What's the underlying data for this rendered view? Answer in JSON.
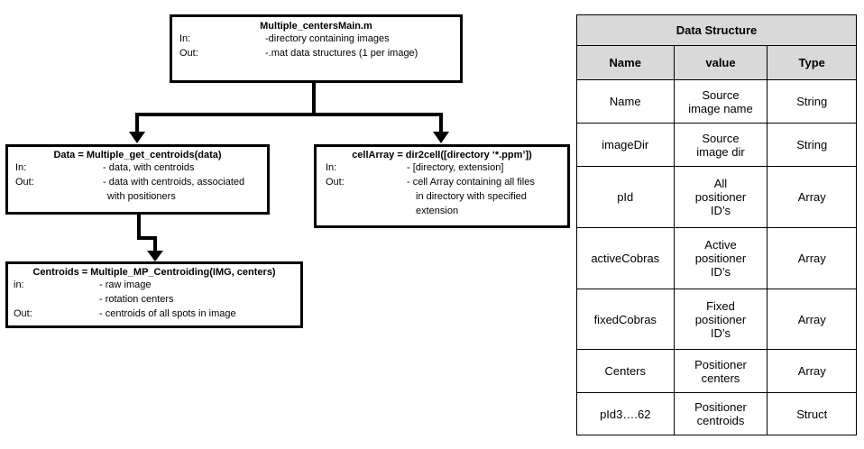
{
  "main_box": {
    "title": "Multiple_centersMain.m",
    "in_label": "In:",
    "in_value": "-directory containing images",
    "out_label": "Out:",
    "out_value": "-.mat data structures (1 per image)"
  },
  "centroids_box": {
    "title": "Data = Multiple_get_centroids(data)",
    "in_label": "In:",
    "in_value": "- data, with centroids",
    "out_label": "Out:",
    "out_value_1": "- data with centroids, associated",
    "out_value_2": "with positioners"
  },
  "dir2cell_box": {
    "title": "cellArray = dir2cell([directory  ‘*.ppm’])",
    "in_label": "In:",
    "in_value": "- [directory, extension]",
    "out_label": "Out:",
    "out_value_1": "- cell Array containing all files",
    "out_value_2": "in directory with specified",
    "out_value_3": "extension"
  },
  "centroiding_box": {
    "title": "Centroids = Multiple_MP_Centroiding(IMG,  centers)",
    "in_label": "in:",
    "in_value_1": "- raw image",
    "in_value_2": "- rotation centers",
    "out_label": "Out:",
    "out_value": "- centroids of all spots in image"
  },
  "data_structure": {
    "title": "Data Structure",
    "headers": [
      "Name",
      "value",
      "Type"
    ],
    "rows": [
      {
        "name": "Name",
        "value": [
          "Source",
          "image name"
        ],
        "type": "String"
      },
      {
        "name": "imageDir",
        "value": [
          "Source",
          "image dir"
        ],
        "type": "String"
      },
      {
        "name": "pId",
        "value": [
          "All",
          "positioner",
          "ID’s"
        ],
        "type": "Array"
      },
      {
        "name": "activeCobras",
        "value": [
          "Active",
          "positioner",
          "ID’s"
        ],
        "type": "Array"
      },
      {
        "name": "fixedCobras",
        "value": [
          "Fixed",
          "positioner",
          "ID’s"
        ],
        "type": "Array"
      },
      {
        "name": "Centers",
        "value": [
          "Positioner",
          "centers"
        ],
        "type": "Array"
      },
      {
        "name": "pId3….62",
        "value": [
          "Positioner",
          "centroids"
        ],
        "type": "Struct"
      }
    ]
  }
}
